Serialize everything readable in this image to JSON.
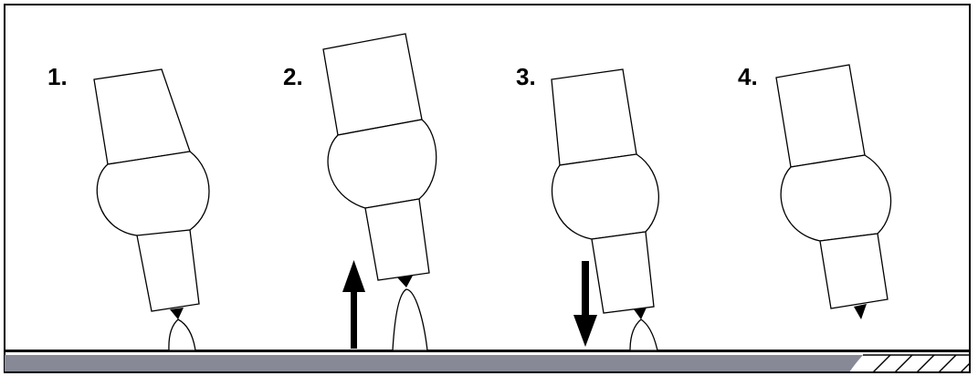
{
  "figure": {
    "colors": {
      "outline": "#000000",
      "background": "#ffffff",
      "workpiece": "#878a96",
      "hatch": "#000000"
    },
    "steps": [
      {
        "label": "1.",
        "arrow": "none"
      },
      {
        "label": "2.",
        "arrow": "up"
      },
      {
        "label": "3.",
        "arrow": "down"
      },
      {
        "label": "4.",
        "arrow": "none"
      }
    ]
  }
}
